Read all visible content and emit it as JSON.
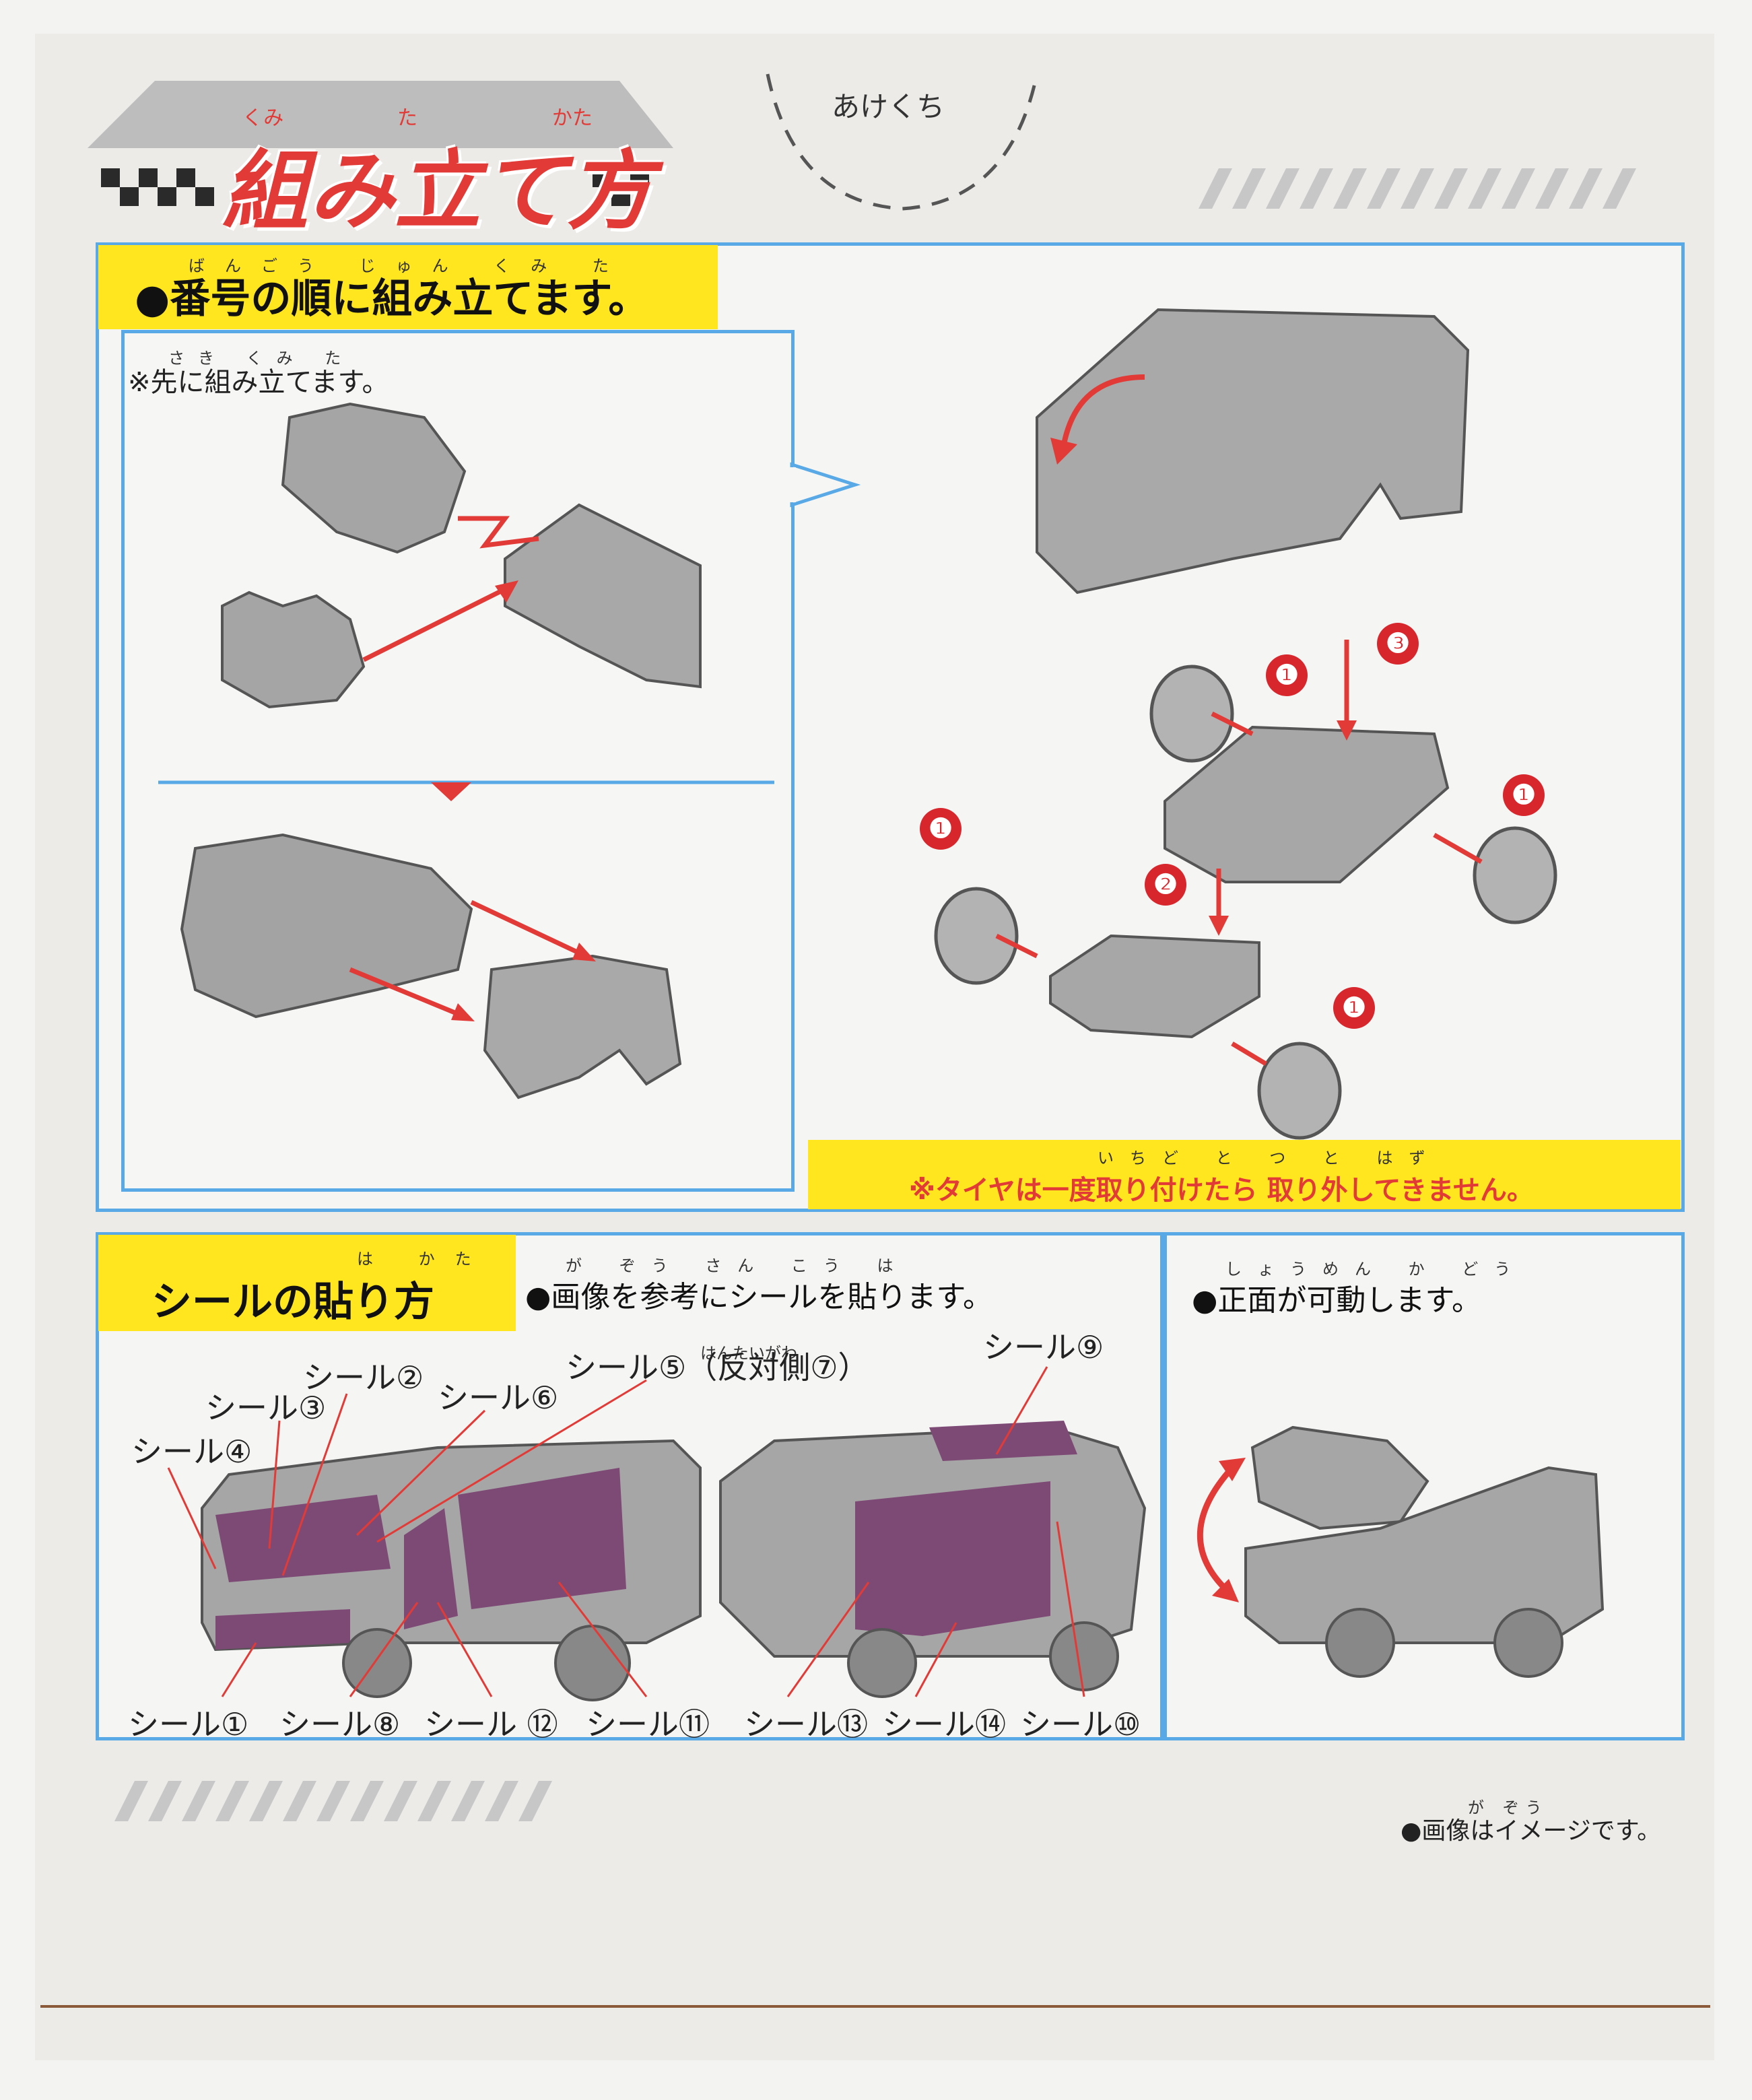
{
  "colors": {
    "accent_red": "#e23a36",
    "panel_blue": "#58a9e6",
    "highlight_yellow": "#ffe61f",
    "part_gray": "#9f9f9f",
    "sticker_purple": "#7d4a75"
  },
  "header": {
    "title": "組み立て方",
    "title_ruby": [
      "くみ",
      "た",
      "かた"
    ],
    "opening_tab": "あけくち"
  },
  "step_bar": {
    "text": "●番号の順に組み立てます。",
    "ruby": "ばんごう じゅん くみ た"
  },
  "pre_assembly": {
    "note": "※先に組み立てます。",
    "note_ruby": "さき くみ た"
  },
  "step_numbers": [
    "❶",
    "❶",
    "❶",
    "❶",
    "❷",
    "❸"
  ],
  "tire_warning": {
    "text": "※タイヤは一度取り付けたら 取り外してきません。",
    "ruby": "いちど と つ と はず"
  },
  "sticker_section": {
    "title": "シールの貼り方",
    "title_ruby": "は かた",
    "instruction": "●画像を参考にシールを貼ります。",
    "instruction_ruby": "が ぞう さん こう は",
    "labels_top": [
      "シール②",
      "シール③",
      "シール④",
      "シール⑥",
      "シール⑤（反対側⑦）",
      "シール⑨"
    ],
    "labels_bottom": [
      "シール①",
      "シール⑧",
      "シール ⑫",
      "シール⑪",
      "シール⑬",
      "シール⑭",
      "シール⑩"
    ],
    "ruby_opposite": "はんたいがわ"
  },
  "front_section": {
    "text": "●正面が可動します。",
    "ruby": "しょうめん か どう"
  },
  "footer_note": {
    "text": "●画像はイメージです。",
    "ruby": "が ぞう"
  }
}
